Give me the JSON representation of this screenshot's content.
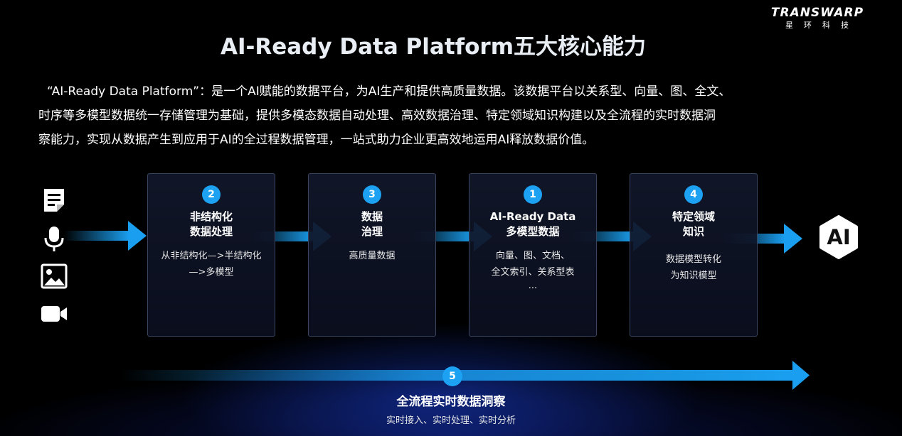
{
  "logo": {
    "main": "TRANSWARP",
    "sub": "星环科技"
  },
  "title": "AI-Ready Data Platform五大核心能力",
  "intro": {
    "line1": "“AI-Ready Data Platform”：是一个AI赋能的数据平台，为AI生产和提供高质量数据。该数据平台以关系型、向量、图、全文、",
    "line2": "时序等多模型数据统一存储管理为基础，提供多模态数据自动处理、高效数据治理、特定领域知识构建以及全流程的实时数据洞",
    "line3": "察能力，实现从数据产生到应用于AI的全过程数据管理，一站式助力企业更高效地运用AI释放数据价值。"
  },
  "inputs": [
    "document-icon",
    "microphone-icon",
    "image-icon",
    "video-camera-icon"
  ],
  "cards": [
    {
      "num": "2",
      "title1": "非结构化",
      "title2": "数据处理",
      "desc1": "从非结构化—>半结构化",
      "desc2": "—>多模型",
      "desc3": ""
    },
    {
      "num": "3",
      "title1": "数据",
      "title2": "治理",
      "desc1": "高质量数据",
      "desc2": "",
      "desc3": ""
    },
    {
      "num": "1",
      "title1": "AI-Ready Data",
      "title2": "多模型数据",
      "desc1": "向量、图、文档、",
      "desc2": "全文索引、关系型表",
      "desc3": "..."
    },
    {
      "num": "4",
      "title1": "特定领域",
      "title2": "知识",
      "desc1": "数据模型转化",
      "desc2": "为知识模型",
      "desc3": ""
    }
  ],
  "output": {
    "label": "AI"
  },
  "bottom": {
    "num": "5",
    "title": "全流程实时数据洞察",
    "desc": "实时接入、实时处理、实时分析"
  },
  "colors": {
    "accent": "#1da1f2",
    "arrow": "#1a9ff0",
    "card_border": "#3a4660"
  }
}
